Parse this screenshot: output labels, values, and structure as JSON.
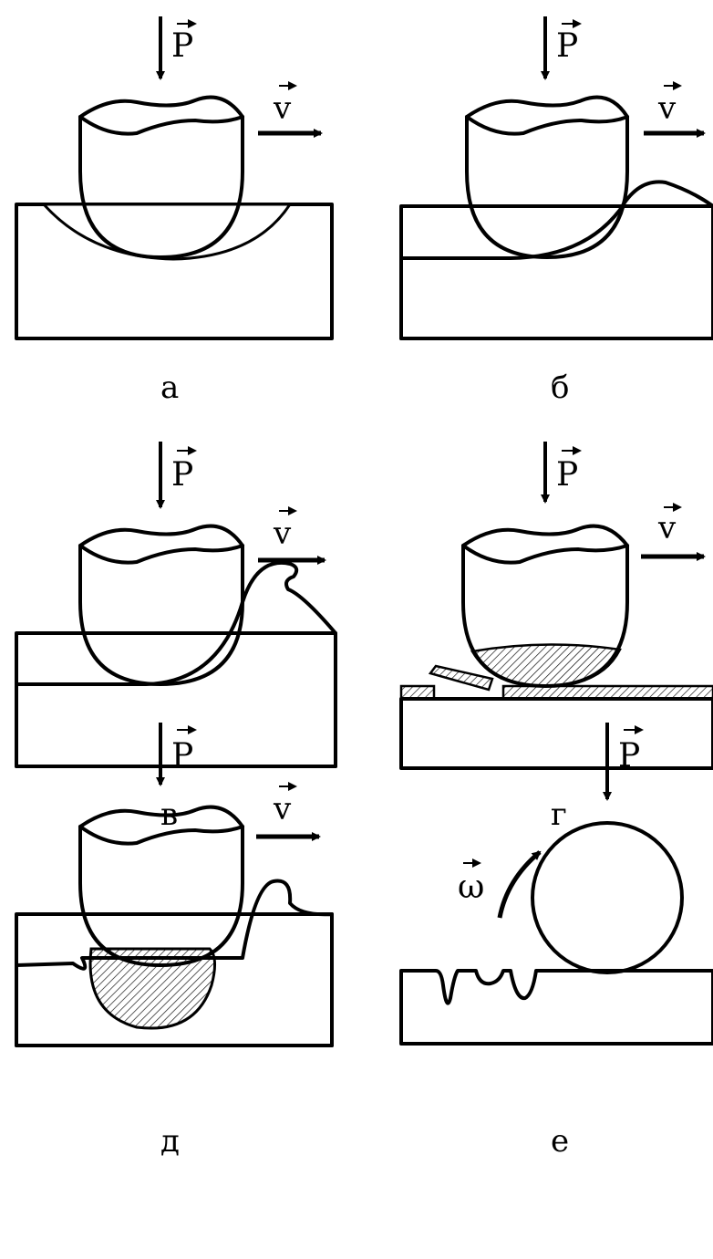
{
  "panels": [
    {
      "label": "а",
      "force": "P",
      "velocity": "v"
    },
    {
      "label": "б",
      "force": "P",
      "velocity": "v"
    },
    {
      "label": "в",
      "force": "P",
      "velocity": "v"
    },
    {
      "label": "г",
      "force": "P",
      "velocity": "v"
    },
    {
      "label": "д",
      "force": "P",
      "velocity": "v"
    },
    {
      "label": "е",
      "force": "P",
      "angular_velocity": "ω"
    }
  ]
}
